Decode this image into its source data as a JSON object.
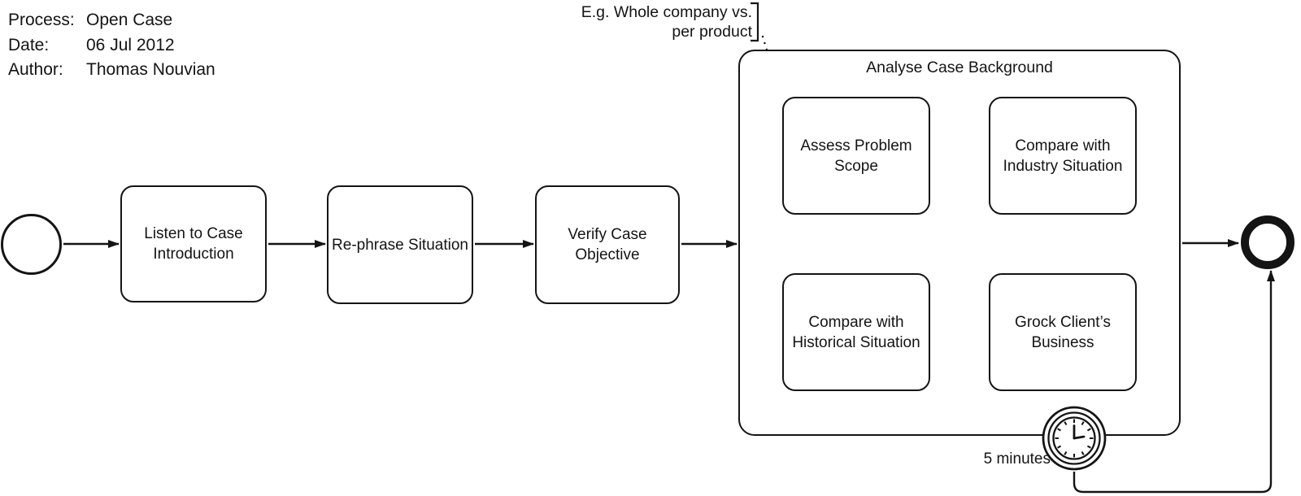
{
  "header": {
    "rows": [
      {
        "label": "Process:",
        "value": "Open Case"
      },
      {
        "label": "Date:",
        "value": "06 Jul 2012"
      },
      {
        "label": "Author:",
        "value": "Thomas Nouvian"
      }
    ]
  },
  "annotation": {
    "lines": [
      "E.g. Whole company vs.",
      "per product"
    ]
  },
  "process": {
    "tasks": [
      {
        "label": "Listen to Case Introduction"
      },
      {
        "label": "Re-phrase Situation"
      },
      {
        "label": "Verify Case Objective"
      }
    ],
    "subprocess": {
      "title": "Analyse Case Background",
      "tasks": [
        {
          "label": "Assess Problem Scope"
        },
        {
          "label": "Compare with Industry Situation"
        },
        {
          "label": "Compare with Historical Situation"
        },
        {
          "label": "Grock Client’s Business"
        }
      ]
    },
    "timer_label": "5 minutes"
  },
  "colors": {
    "stroke": "#141414",
    "background": "#ffffff"
  }
}
